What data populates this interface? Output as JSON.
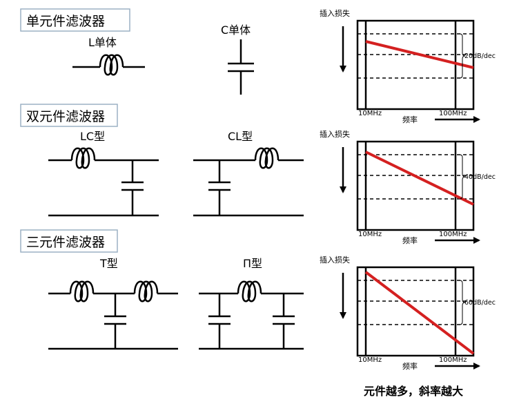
{
  "sections": [
    {
      "title": "单元件滤波器",
      "circuits": [
        "L单体",
        "C单体"
      ],
      "chart": {
        "slope_label": "20dB/dec"
      }
    },
    {
      "title": "双元件滤波器",
      "circuits": [
        "LC型",
        "CL型"
      ],
      "chart": {
        "slope_label": "40dB/dec"
      }
    },
    {
      "title": "三元件滤波器",
      "circuits": [
        "T型",
        "Π型"
      ],
      "chart": {
        "slope_label": "60dB/dec"
      }
    }
  ],
  "chart_common": {
    "ylabel": "插入损失",
    "xlabel": "频率",
    "x_ticks": [
      "10MHz",
      "100MHz"
    ]
  },
  "conclusion": "元件越多，斜率越大",
  "colors": {
    "line": "#d42020",
    "header_border": "#9bb0c4",
    "ink": "#000000"
  }
}
